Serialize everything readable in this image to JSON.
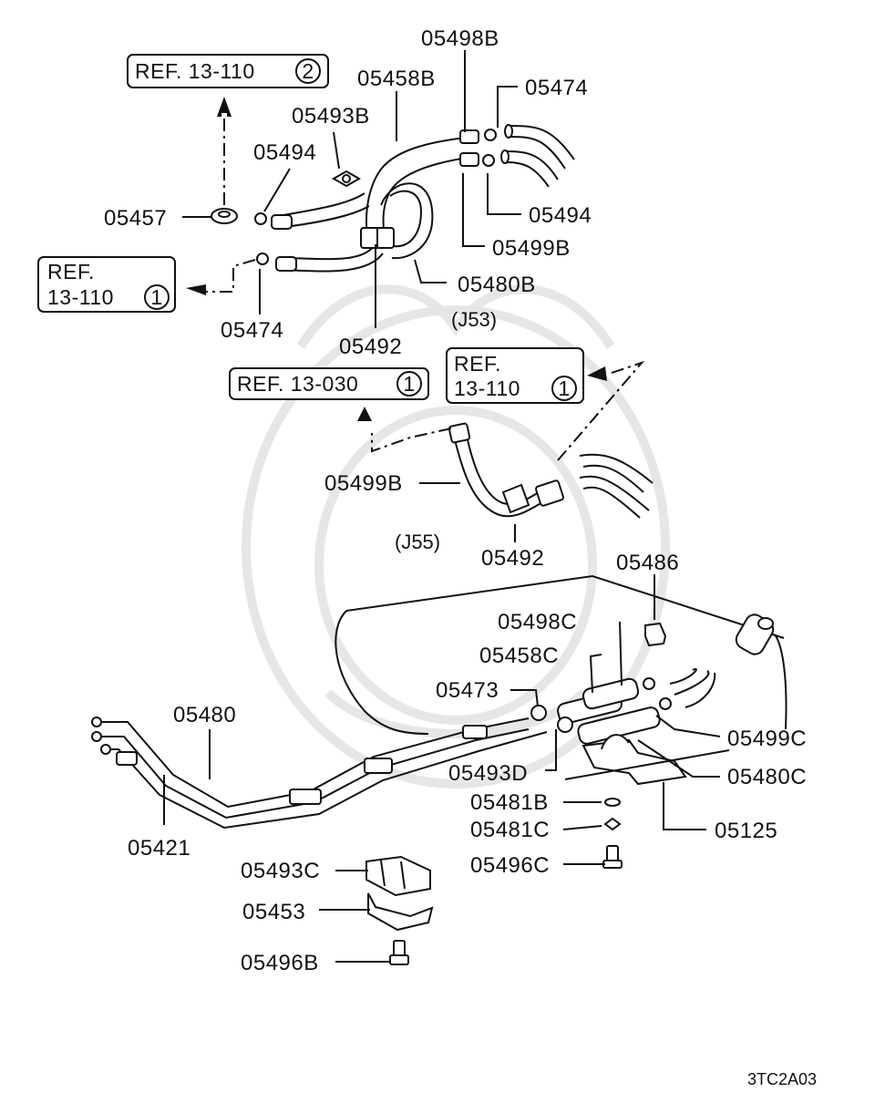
{
  "parts": {
    "p05498B": "05498B",
    "p05458B": "05458B",
    "p05474a": "05474",
    "p05493B": "05493B",
    "p05494a": "05494",
    "p05457": "05457",
    "p05494b": "05494",
    "p05499Ba": "05499B",
    "p05480B": "05480B",
    "p05474b": "05474",
    "p05492a": "05492",
    "p05499Bb": "05499B",
    "p05492b": "05492",
    "p05486": "05486",
    "p05498C": "05498C",
    "p05458C": "05458C",
    "p05473": "05473",
    "p05480": "05480",
    "p05499C": "05499C",
    "p05493D": "05493D",
    "p05480C": "05480C",
    "p05481B": "05481B",
    "p05481C": "05481C",
    "p05125": "05125",
    "p05421": "05421",
    "p05496C": "05496C",
    "p05493C": "05493C",
    "p05453": "05453",
    "p05496B": "05496B"
  },
  "refs": {
    "ref1": {
      "text": "REF. 13-110",
      "num": "2"
    },
    "ref2": {
      "line1": "REF.",
      "line2": "13-110",
      "num": "1"
    },
    "ref3": {
      "text": "REF. 13-030",
      "num": "1"
    },
    "ref4": {
      "line1": "REF.",
      "line2": "13-110",
      "num": "1"
    }
  },
  "variants": {
    "j53": "(J53)",
    "j55": "(J55)"
  },
  "diagram_code": "3TC2A03"
}
